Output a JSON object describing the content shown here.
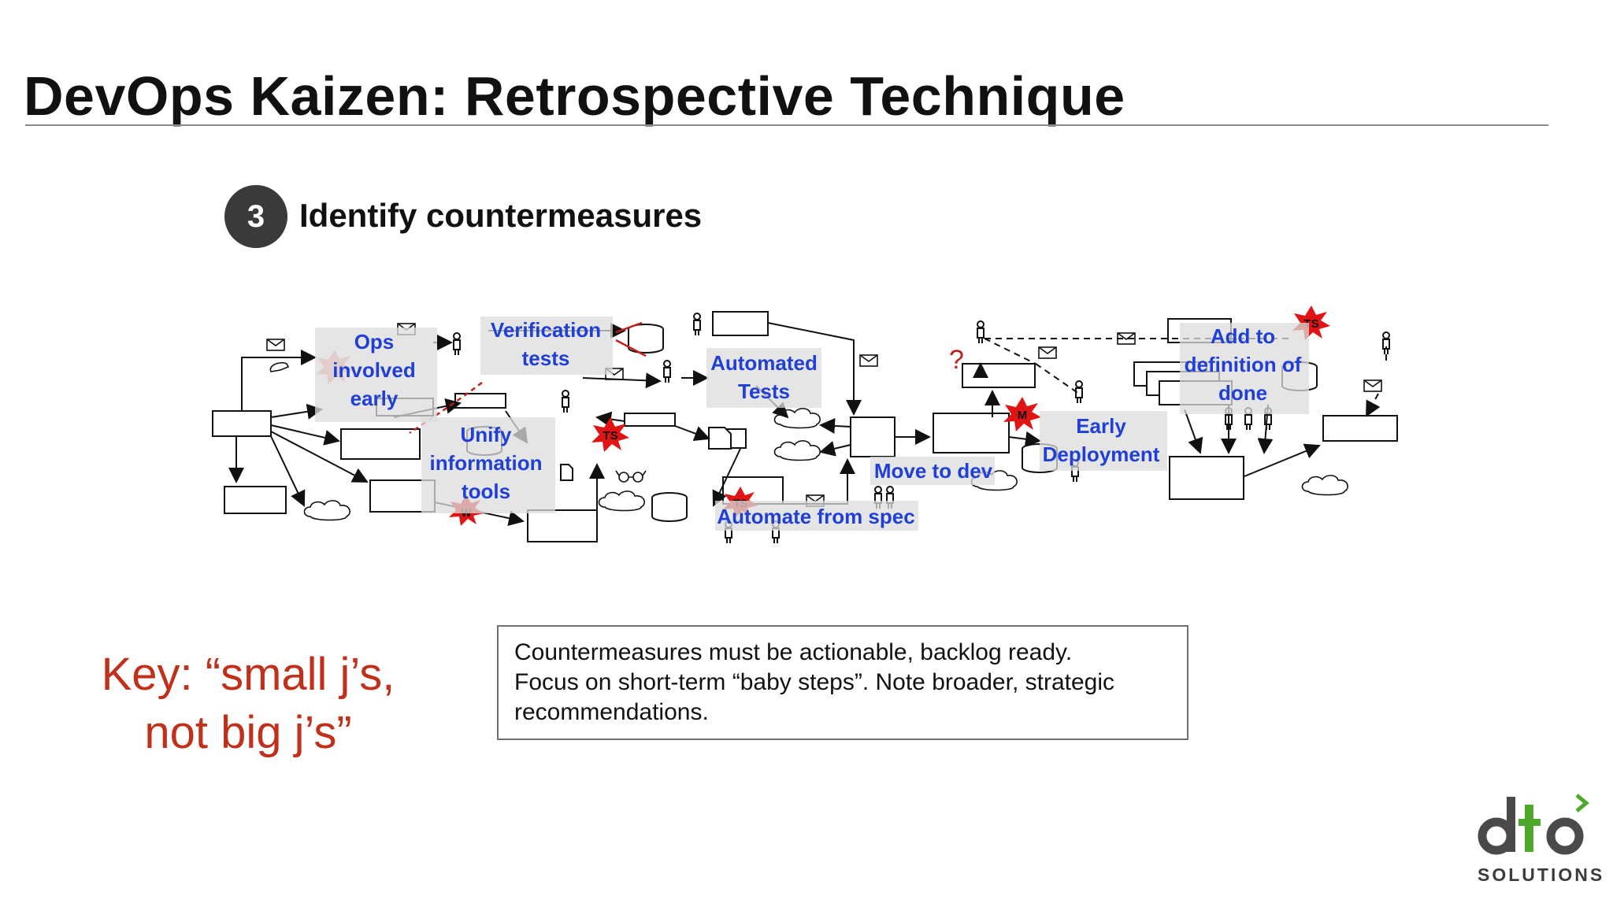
{
  "slide": {
    "title": "DevOps Kaizen:  Retrospective Technique",
    "step_number": "3",
    "step_label": "Identify countermeasures"
  },
  "diagram": {
    "countermeasures": [
      {
        "line1": "Ops",
        "line2": "involved",
        "line3": "early"
      },
      {
        "line1": "Verification",
        "line2": "tests"
      },
      {
        "line1": "Automated",
        "line2": "Tests"
      },
      {
        "line1": "Unify",
        "line2": "information",
        "line3": "tools"
      },
      {
        "line1": "Move to dev"
      },
      {
        "line1": "Automate from spec"
      },
      {
        "line1": "Early",
        "line2": "Deployment"
      },
      {
        "line1": "Add to",
        "line2": "definition of",
        "line3": "done"
      }
    ],
    "markers": [
      "TS",
      "TS",
      "TS",
      "M",
      "W"
    ],
    "question_mark": "?"
  },
  "key": {
    "line1": "Key: “small j’s,",
    "line2": "not big j’s”"
  },
  "note": {
    "line1": "Countermeasures must be actionable, backlog ready.",
    "line2": "Focus on short-term “baby steps”. Note broader, strategic",
    "line3": "recommendations."
  },
  "logo": {
    "wordmark": "dto",
    "subtitle": "SOLUTIONS",
    "colors": {
      "dark": "#4a4a4a",
      "green": "#4fa82e"
    }
  },
  "colors": {
    "countermeasure_text": "#1f3fd6",
    "key_text": "#c0301b",
    "marker_red": "#e01414"
  }
}
